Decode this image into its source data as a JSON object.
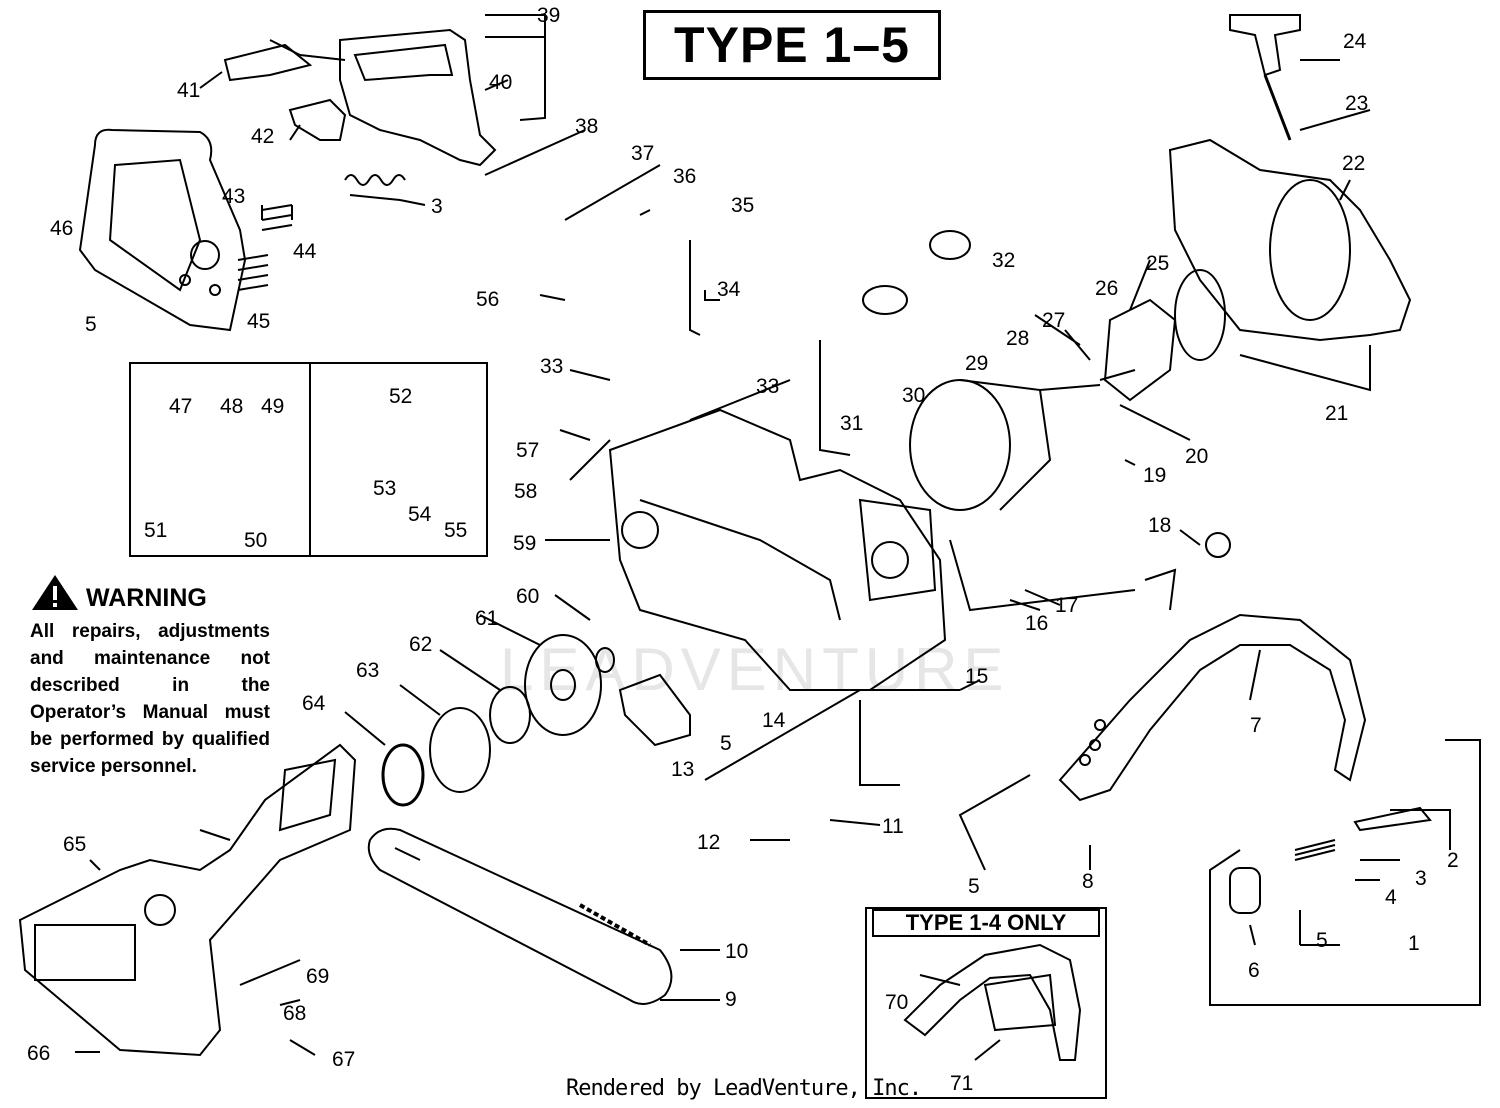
{
  "title": "TYPE 1–5",
  "inset_title": "TYPE 1-4 ONLY",
  "warning": {
    "heading": "WARNING",
    "body": "All repairs, adjustments and maintenance not described in the Operator’s Manual must be performed by qualified service personnel."
  },
  "footer": "Rendered by LeadVenture, Inc.",
  "watermark": "LEADVENTURE",
  "callouts": [
    "1",
    "2",
    "3",
    "4",
    "5",
    "6",
    "7",
    "8",
    "9",
    "10",
    "11",
    "12",
    "13",
    "14",
    "15",
    "16",
    "17",
    "18",
    "19",
    "20",
    "21",
    "22",
    "23",
    "24",
    "25",
    "26",
    "27",
    "28",
    "29",
    "30",
    "31",
    "32",
    "33",
    "34",
    "35",
    "36",
    "37",
    "38",
    "39",
    "40",
    "41",
    "42",
    "43",
    "44",
    "45",
    "46",
    "47",
    "48",
    "49",
    "50",
    "51",
    "52",
    "53",
    "54",
    "55",
    "56",
    "57",
    "58",
    "59",
    "60",
    "61",
    "62",
    "63",
    "64",
    "65",
    "66",
    "67",
    "68",
    "69",
    "70",
    "71"
  ]
}
